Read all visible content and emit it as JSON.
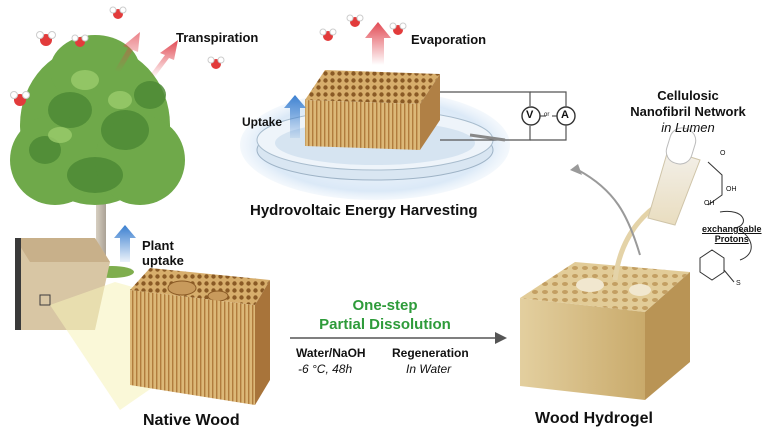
{
  "labels": {
    "transpiration": "Transpiration",
    "evaporation": "Evaporation",
    "uptake": "Uptake",
    "plant_uptake_line1": "Plant",
    "plant_uptake_line2": "uptake",
    "hydrovoltaic": "Hydrovoltaic Energy Harvesting",
    "cellulosic_line1": "Cellulosic",
    "cellulosic_line2": "Nanofibril Network",
    "cellulosic_line3": "in Lumen",
    "exchangeable_line1": "exchangeable",
    "exchangeable_line2": "Protons",
    "one_step_line1": "One-step",
    "one_step_line2": "Partial Dissolution",
    "water_naoh": "Water/NaOH",
    "conditions": "-6 °C, 48h",
    "regeneration": "Regeneration",
    "in_water": "In Water",
    "native_wood": "Native Wood",
    "wood_hydrogel": "Wood Hydrogel",
    "meter_v": "V",
    "meter_or": "or",
    "meter_a": "A",
    "chem_o": "O",
    "chem_oh1": "OH",
    "chem_oh2": "OH",
    "chem_s": "S"
  },
  "colors": {
    "accent_green": "#2e9b3a",
    "arrow_red": "#e0404a",
    "arrow_blue": "#3a7fd0",
    "wood": "#d9b47a",
    "dark_text": "#111111"
  }
}
